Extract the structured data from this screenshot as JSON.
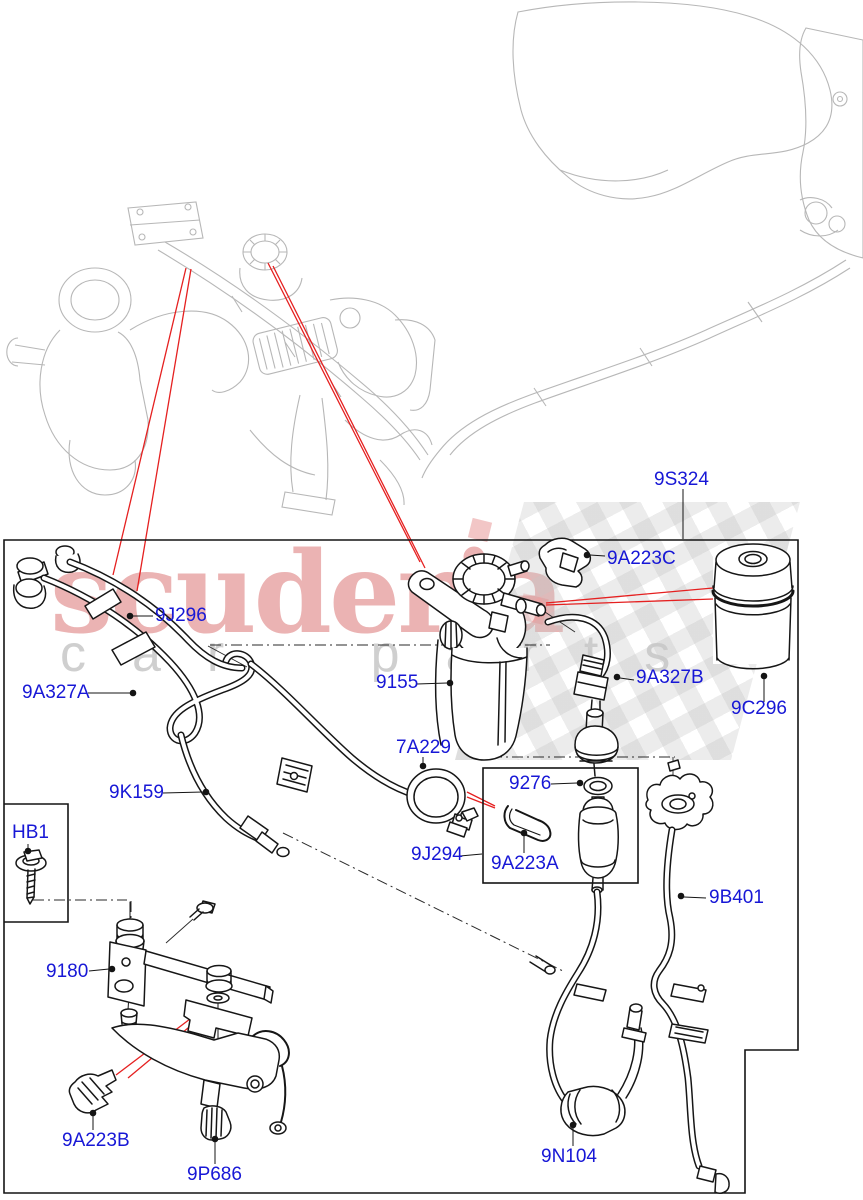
{
  "watermark": {
    "brand": "scuderia",
    "tagline": "car parts"
  },
  "colors": {
    "label_blue": "#1717d6",
    "leader_red": "#e52020",
    "line_black": "#161616",
    "bg_gray": "#b7b7b7"
  },
  "labels": [
    {
      "id": "9S324",
      "text": "9S324"
    },
    {
      "id": "9A223C",
      "text": "9A223C"
    },
    {
      "id": "9J296",
      "text": "9J296"
    },
    {
      "id": "9A327A",
      "text": "9A327A"
    },
    {
      "id": "9155",
      "text": "9155"
    },
    {
      "id": "9A327B",
      "text": "9A327B"
    },
    {
      "id": "9C296",
      "text": "9C296"
    },
    {
      "id": "7A229",
      "text": "7A229"
    },
    {
      "id": "9276",
      "text": "9276"
    },
    {
      "id": "9J294",
      "text": "9J294"
    },
    {
      "id": "9A223A",
      "text": "9A223A"
    },
    {
      "id": "HB1",
      "text": "HB1"
    },
    {
      "id": "9K159",
      "text": "9K159"
    },
    {
      "id": "9180",
      "text": "9180"
    },
    {
      "id": "9A223B",
      "text": "9A223B"
    },
    {
      "id": "9P686",
      "text": "9P686"
    },
    {
      "id": "9B401",
      "text": "9B401"
    },
    {
      "id": "9N104",
      "text": "9N104"
    }
  ]
}
